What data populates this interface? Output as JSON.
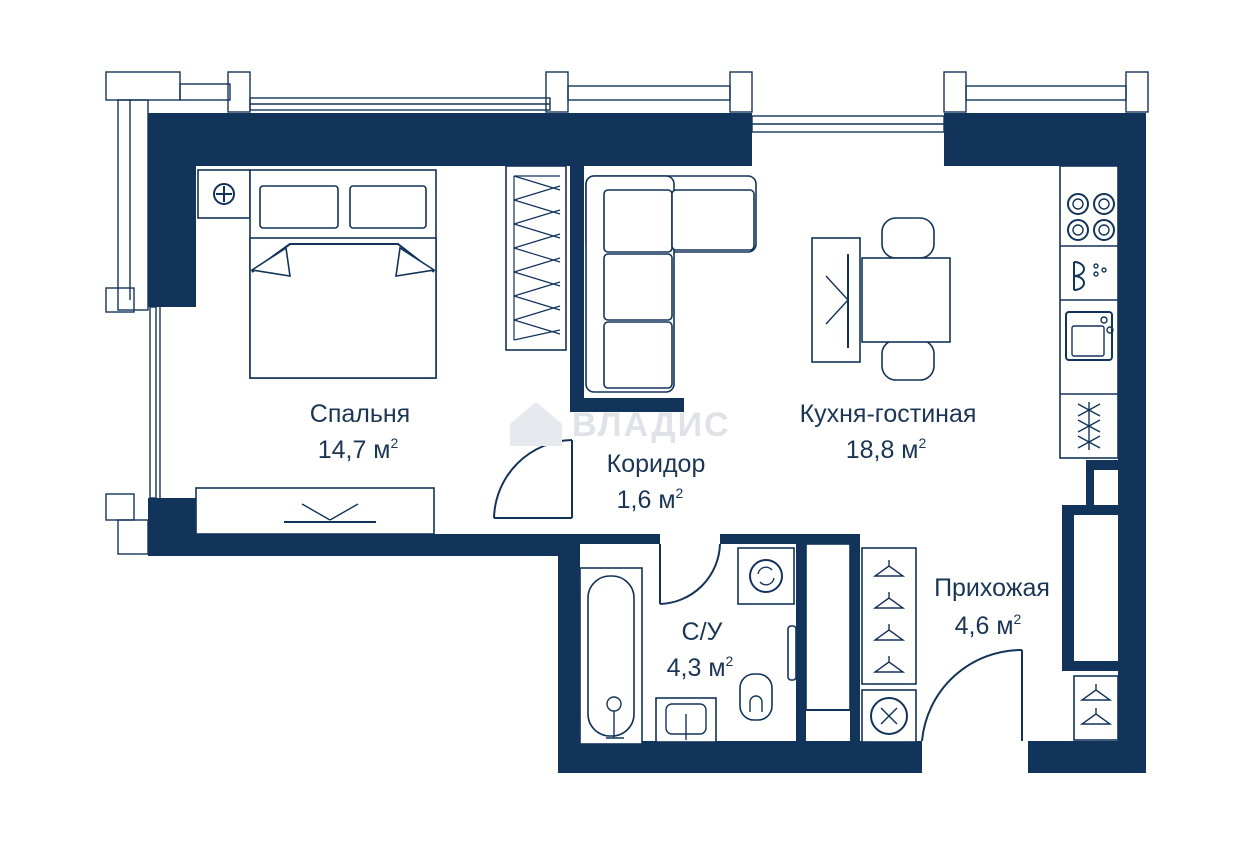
{
  "watermark": "ВЛАДИС",
  "rooms": [
    {
      "id": "bedroom",
      "name": "Спальня",
      "area": "14,7 м",
      "unit_sup": "2"
    },
    {
      "id": "kitchen",
      "name": "Кухня-гостиная",
      "area": "18,8 м",
      "unit_sup": "2"
    },
    {
      "id": "corridor",
      "name": "Коридор",
      "area": "1,6 м",
      "unit_sup": "2"
    },
    {
      "id": "bathroom",
      "name": "С/У",
      "area": "4,3 м",
      "unit_sup": "2"
    },
    {
      "id": "hallway",
      "name": "Прихожая",
      "area": "4,6 м",
      "unit_sup": "2"
    }
  ],
  "colors": {
    "wall": "#13345a",
    "text": "#1b3654",
    "background": "#ffffff",
    "watermark": "#dfe3e8"
  },
  "icons": [
    "house-icon",
    "double-bed-icon",
    "nightstand-icon",
    "wardrobe-icon",
    "sofa-icon",
    "dining-table-icon",
    "chair-icon",
    "tv-stand-icon",
    "stove-icon",
    "sink-icon",
    "dishwasher-icon",
    "bathtub-icon",
    "washbasin-icon",
    "toilet-icon",
    "washing-machine-icon",
    "towel-rail-icon",
    "coat-hanger-icon",
    "door-swing-icon"
  ]
}
